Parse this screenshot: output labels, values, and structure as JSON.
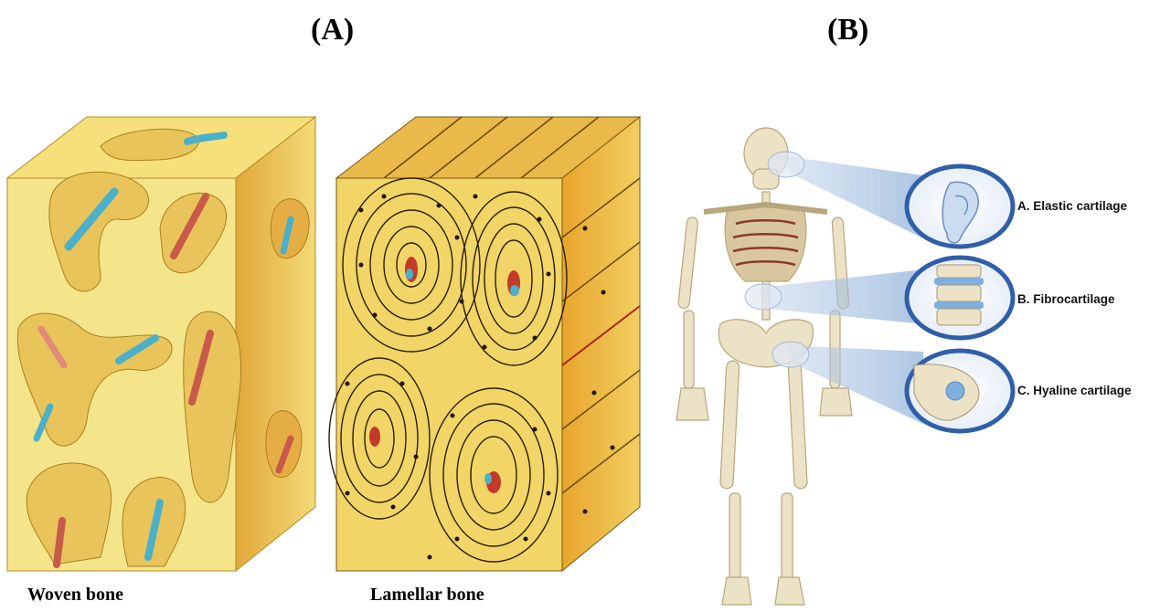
{
  "panels": {
    "a": {
      "label": "(A)"
    },
    "b": {
      "label": "(B)"
    }
  },
  "bone_types": {
    "woven": "Woven bone",
    "lamellar": "Lamellar bone"
  },
  "cartilage_callouts": [
    {
      "label": "A. Elastic cartilage"
    },
    {
      "label": "B. Fibrocartilage"
    },
    {
      "label": "C. Hyaline cartilage"
    }
  ],
  "colors": {
    "bone_yellow": "#f2e08a",
    "vessel_blue": "#4bb0c9",
    "vessel_red": "#c75a4a",
    "callout_blue": "#3a6fb3",
    "cartilage_blue": "#7fb0dd"
  }
}
